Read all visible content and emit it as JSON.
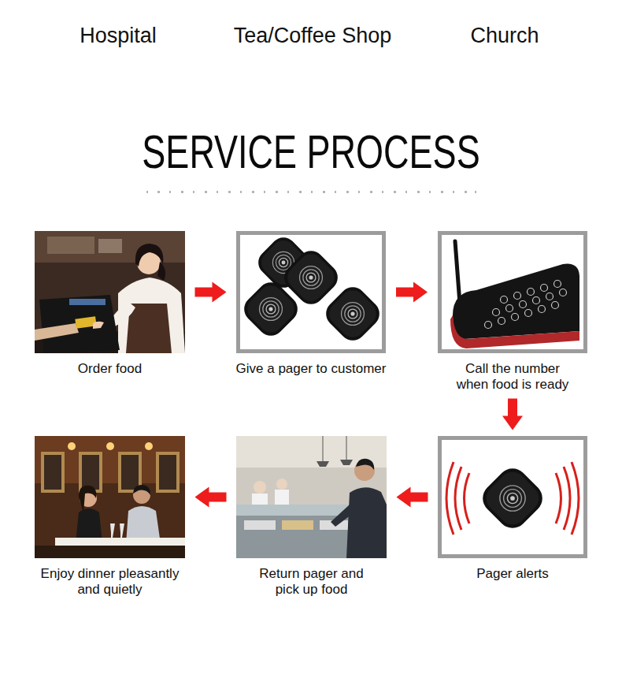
{
  "diagram": {
    "title": "SERVICE PROCESS",
    "nodes": [
      {
        "text": [
          "Order food"
        ]
      },
      {
        "text": [
          "Give a pager to customer"
        ]
      },
      {
        "text": [
          "Call the number when food is ready"
        ]
      },
      {
        "text": [
          "Pager alerts"
        ]
      },
      {
        "text": [
          "Return pager and pick up food"
        ]
      },
      {
        "text": [
          "Enjoy dinner pleasantly and quietly"
        ]
      }
    ],
    "edges": [
      {
        "from": 0,
        "to": 1,
        "arrow": "to"
      },
      {
        "from": 1,
        "to": 2,
        "arrow": "to"
      },
      {
        "from": 2,
        "to": 3,
        "arrow": "to"
      },
      {
        "from": 3,
        "to": 4,
        "arrow": "to"
      },
      {
        "from": 4,
        "to": 5,
        "arrow": "to"
      }
    ],
    "labels": [
      "Hospital",
      "Tea/Coffee Shop",
      "Church"
    ]
  }
}
